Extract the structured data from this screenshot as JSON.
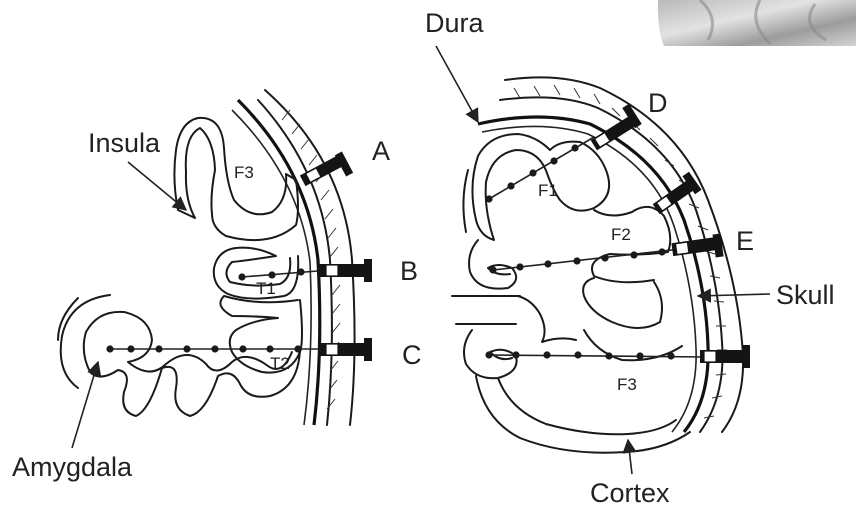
{
  "labels": {
    "dura": "Dura",
    "insula": "Insula",
    "amygdala": "Amygdala",
    "skull": "Skull",
    "cortex": "Cortex",
    "a": "A",
    "b": "B",
    "c": "C",
    "d": "D",
    "e": "E",
    "f3_left": "F3",
    "t1": "T1",
    "t2": "T2",
    "f1": "F1",
    "f2": "F2",
    "f3_right": "F3"
  }
}
